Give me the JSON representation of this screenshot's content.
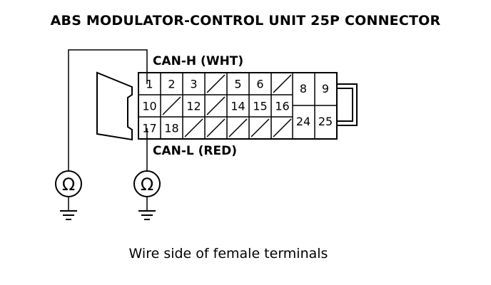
{
  "title": "ABS MODULATOR-CONTROL UNIT 25P CONNECTOR",
  "caption": "Wire side of female terminals",
  "labels": {
    "can_h": "CAN-H (WHT)",
    "can_l": "CAN-L (RED)"
  },
  "meters": [
    {
      "symbol": "Ω",
      "icon": "ohmmeter-icon"
    },
    {
      "symbol": "Ω",
      "icon": "ohmmeter-icon"
    }
  ],
  "connector": {
    "terminals": [
      {
        "row": 1,
        "col": 1,
        "label": "1"
      },
      {
        "row": 1,
        "col": 2,
        "label": "2"
      },
      {
        "row": 1,
        "col": 3,
        "label": "3"
      },
      {
        "row": 1,
        "col": 4,
        "label": ""
      },
      {
        "row": 1,
        "col": 5,
        "label": "5"
      },
      {
        "row": 1,
        "col": 6,
        "label": "6"
      },
      {
        "row": 1,
        "col": 7,
        "label": ""
      },
      {
        "row": 2,
        "col": 1,
        "label": "10"
      },
      {
        "row": 2,
        "col": 2,
        "label": ""
      },
      {
        "row": 2,
        "col": 3,
        "label": "12"
      },
      {
        "row": 2,
        "col": 4,
        "label": ""
      },
      {
        "row": 2,
        "col": 5,
        "label": "14"
      },
      {
        "row": 2,
        "col": 6,
        "label": "15"
      },
      {
        "row": 2,
        "col": 7,
        "label": "16"
      },
      {
        "row": 3,
        "col": 1,
        "label": "17"
      },
      {
        "row": 3,
        "col": 2,
        "label": "18"
      },
      {
        "row": 3,
        "col": 3,
        "label": ""
      },
      {
        "row": 3,
        "col": 4,
        "label": ""
      },
      {
        "row": 3,
        "col": 5,
        "label": ""
      },
      {
        "row": 3,
        "col": 6,
        "label": ""
      },
      {
        "row": 3,
        "col": 7,
        "label": ""
      }
    ],
    "right_terminals": [
      "8",
      "9",
      "24",
      "25"
    ]
  }
}
